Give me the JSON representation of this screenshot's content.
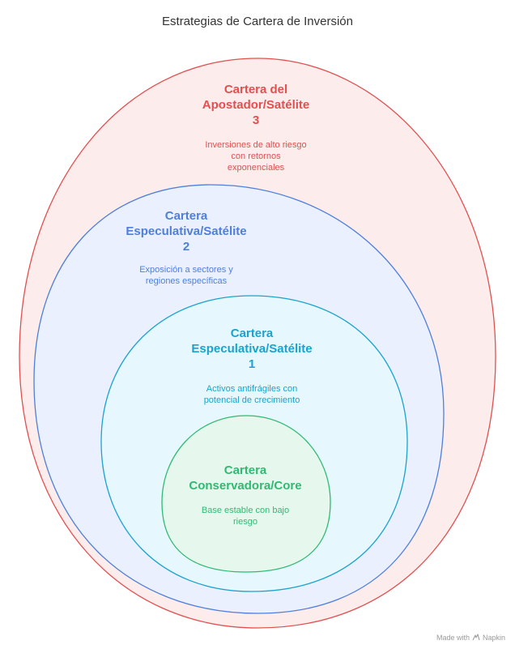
{
  "title": "Estrategias de Cartera de Inversión",
  "levels": [
    {
      "heading_lines": [
        "Cartera del",
        "Apostador/Satélite",
        "3"
      ],
      "desc_lines": [
        "Inversiones de alto riesgo",
        "con retornos",
        "exponenciales"
      ],
      "color": "#e0504f",
      "fill": "#fdecec"
    },
    {
      "heading_lines": [
        "Cartera",
        "Especulativa/Satélite",
        "2"
      ],
      "desc_lines": [
        "Exposición a sectores y",
        "regiones específicas"
      ],
      "color": "#4f7fdb",
      "fill": "#eaf0fd"
    },
    {
      "heading_lines": [
        "Cartera",
        "Especulativa/Satélite",
        "1"
      ],
      "desc_lines": [
        "Activos antifrágiles con",
        "potencial de crecimiento"
      ],
      "color": "#1aa3cf",
      "fill": "#e6f7fd"
    },
    {
      "heading_lines": [
        "Cartera",
        "Conservadora/Core"
      ],
      "desc_lines": [
        "Base estable con bajo",
        "riesgo"
      ],
      "color": "#2fba72",
      "fill": "#e6f8ee"
    }
  ],
  "footer": {
    "prefix": "Made with",
    "brand": "Napkin",
    "icon": "napkin-logo-icon"
  }
}
